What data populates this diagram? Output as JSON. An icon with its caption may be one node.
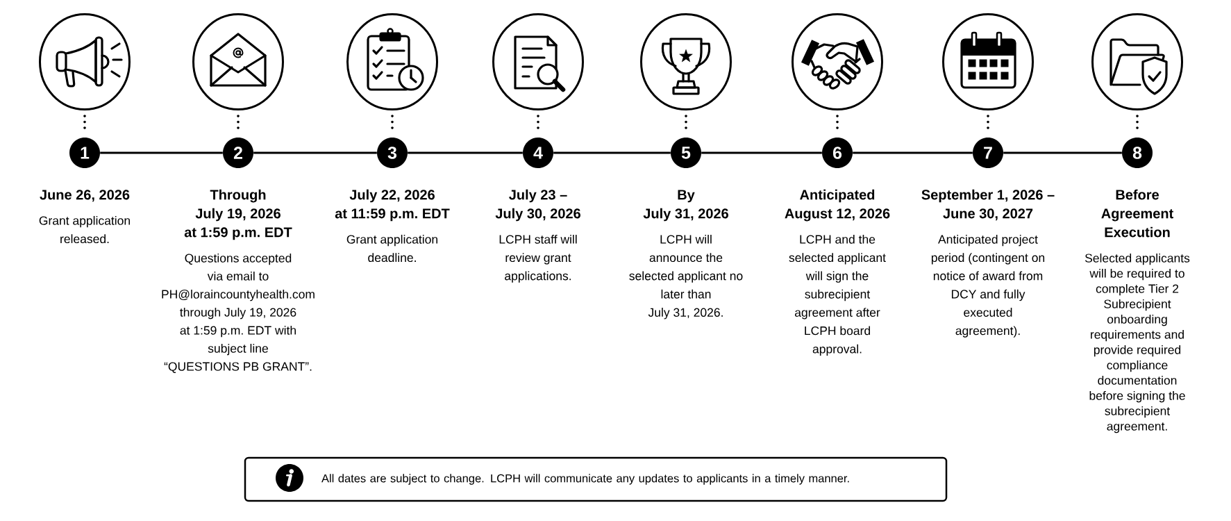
{
  "diagram": {
    "nodes": [
      {
        "text": [],
        "shape": "circle"
      },
      {
        "text": [],
        "shape": "circle"
      },
      {
        "text": [],
        "shape": "circle"
      },
      {
        "text": [],
        "shape": "circle"
      },
      {
        "text": [],
        "shape": "circle"
      },
      {
        "text": [],
        "shape": "circle"
      },
      {
        "text": [],
        "shape": "circle"
      },
      {
        "text": [],
        "shape": "circle"
      },
      {
        "text": [
          "1"
        ],
        "beside": [
          "June 26, 2026",
          "Grant application released."
        ]
      },
      {
        "text": [
          "2"
        ],
        "beside": [
          "Through July 19, 2026 at 1:59 p.m. EDT",
          "Questions accepted via email to PH@loraincountyhealth.com through July 19, 2026 at 1:59 p.m. EDT with subject line “QUESTIONS PB GRANT”."
        ]
      },
      {
        "text": [
          "3"
        ],
        "beside": [
          "July 22, 2026 at 11:59 p.m. EDT",
          "Grant application deadline."
        ]
      },
      {
        "text": [
          "4"
        ],
        "beside": [
          "July 23 – July 30, 2026",
          "LCPH staff will review grant applications."
        ]
      },
      {
        "text": [
          "5"
        ],
        "beside": [
          "By July 31, 2026",
          "LCPH will announce the selected applicant no later than July 31, 2026."
        ]
      },
      {
        "text": [
          "6"
        ],
        "beside": [
          "Anticipated August 12, 2026",
          "LCPH and the selected applicant will sign the subrecipient agreement after LCPH board approval."
        ]
      },
      {
        "text": [
          "7"
        ],
        "beside": [
          "September 1, 2026 – June 30, 2027",
          "Anticipated project period (contingent on notice of award from DCY and fully executed agreement)."
        ]
      },
      {
        "text": [
          "8"
        ],
        "beside": [
          "Before Agreement Execution",
          "Selected applicants will be required to complete Tier 2 Subrecipient onboarding requirements and provide required compliance documentation before signing the subrecipient agreement."
        ]
      },
      {
        "text": [
          "All dates are subject to change. LCPH will communicate any updates to applicants in a timely manner."
        ]
      }
    ],
    "edges": [
      {
        "from": 0,
        "to": 8,
        "arrow": "none",
        "style": "dashed"
      },
      {
        "from": 1,
        "to": 9,
        "arrow": "none",
        "style": "dashed"
      },
      {
        "from": 2,
        "to": 10,
        "arrow": "none",
        "style": "dashed"
      },
      {
        "from": 3,
        "to": 11,
        "arrow": "none",
        "style": "dashed"
      },
      {
        "from": 4,
        "to": 12,
        "arrow": "none",
        "style": "dashed"
      },
      {
        "from": 5,
        "to": 13,
        "arrow": "none",
        "style": "dashed"
      },
      {
        "from": 6,
        "to": 14,
        "arrow": "none",
        "style": "dashed"
      },
      {
        "from": 7,
        "to": 15,
        "arrow": "none",
        "style": "dashed"
      },
      {
        "from": 8,
        "to": 9,
        "arrow": "none"
      },
      {
        "from": 9,
        "to": 10,
        "arrow": "none"
      },
      {
        "from": 10,
        "to": 11,
        "arrow": "none"
      },
      {
        "from": 11,
        "to": 12,
        "arrow": "none"
      },
      {
        "from": 12,
        "to": 13,
        "arrow": "none"
      },
      {
        "from": 13,
        "to": 14,
        "arrow": "none"
      },
      {
        "from": 14,
        "to": 15,
        "arrow": "none"
      }
    ]
  }
}
